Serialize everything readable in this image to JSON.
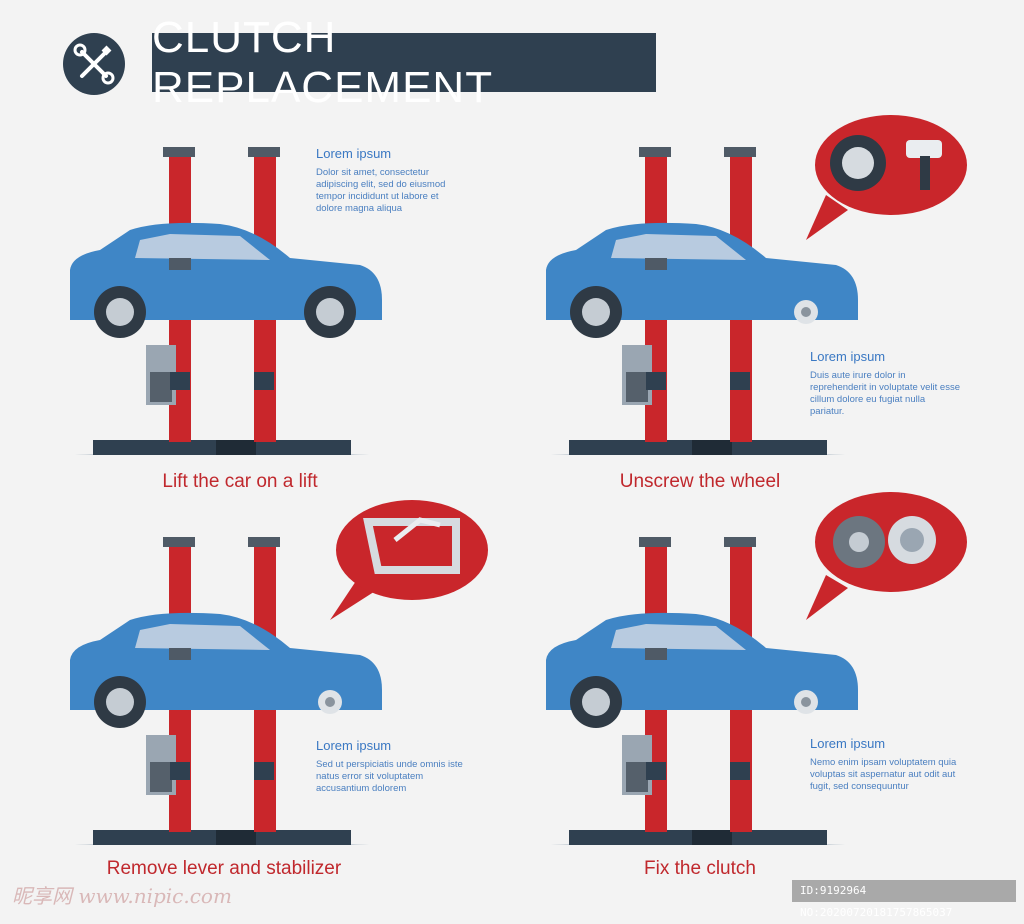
{
  "header": {
    "title": "CLUTCH REPLACEMENT",
    "logo_icon": "wrench-screwdriver-icon"
  },
  "steps": [
    {
      "caption": "Lift the car on a lift",
      "note_title": "Lorem ipsum",
      "note_body": "Dolor sit amet, consectetur adipiscing elit, sed do eiusmod tempor incididunt ut labore et dolore magna aliqua",
      "bubble_icon": ""
    },
    {
      "caption": "Unscrew the wheel",
      "note_title": "Lorem ipsum",
      "note_body": "Duis aute irure dolor in reprehenderit in voluptate velit esse cillum dolore eu fugiat nulla pariatur.",
      "bubble_icon": "wheel-and-impact-wrench-icon"
    },
    {
      "caption": "Remove lever and stabilizer",
      "note_title": "Lorem ipsum",
      "note_body": "Sed ut perspiciatis unde omnis iste natus error sit voluptatem accusantium dolorem",
      "bubble_icon": "suspension-lever-icon"
    },
    {
      "caption": "Fix the clutch",
      "note_title": "Lorem ipsum",
      "note_body": "Nemo enim ipsam voluptatem quia voluptas sit aspernatur aut odit aut fugit, sed consequuntur",
      "bubble_icon": "clutch-disc-icon"
    }
  ],
  "watermark": {
    "left": "昵享网 www.nipic.com",
    "right": "ID:9192964 NO:20200720181757865037"
  },
  "colors": {
    "lift_red": "#c9262b",
    "car_blue": "#3f86c6",
    "bubble_red": "#c9262b",
    "header_bg": "#2f4050",
    "caption_red": "#c0282d",
    "note_blue": "#3a78c3"
  }
}
